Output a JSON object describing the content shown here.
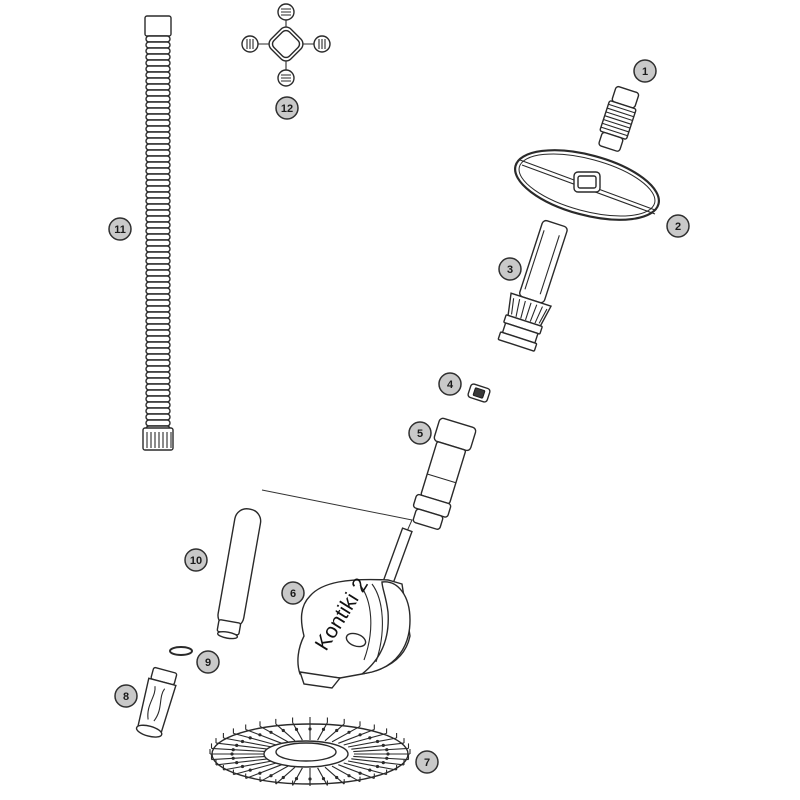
{
  "callouts": [
    {
      "id": "1",
      "label": "1"
    },
    {
      "id": "2",
      "label": "2"
    },
    {
      "id": "3",
      "label": "3"
    },
    {
      "id": "4",
      "label": "4"
    },
    {
      "id": "5",
      "label": "5"
    },
    {
      "id": "6",
      "label": "6"
    },
    {
      "id": "7",
      "label": "7"
    },
    {
      "id": "8",
      "label": "8"
    },
    {
      "id": "9",
      "label": "9"
    },
    {
      "id": "10",
      "label": "10"
    },
    {
      "id": "11",
      "label": "11"
    },
    {
      "id": "12",
      "label": "12"
    }
  ],
  "body_text": "Kontiki 2",
  "colors": {
    "callout_fill": "#c9c9c9",
    "stroke": "#2a2a2a",
    "background": "#ffffff"
  }
}
